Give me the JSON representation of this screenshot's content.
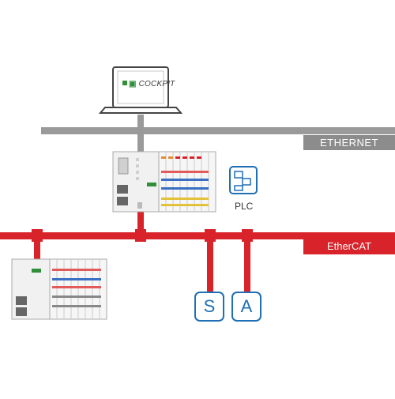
{
  "labels": {
    "ethernet": "ETHERNET",
    "ethercat": "EtherCAT",
    "plc": "PLC",
    "cockpit": "COCKPIT",
    "servo": "S",
    "actuator": "A"
  },
  "colors": {
    "ethernet_line": "#9a9a9a",
    "ethercat_line": "#d9232b",
    "device_accent": "#1f6fb5",
    "brand_green": "#2f8f3a"
  },
  "icons": [
    "laptop-icon",
    "plc-icon",
    "controller-device",
    "io-module-device"
  ]
}
